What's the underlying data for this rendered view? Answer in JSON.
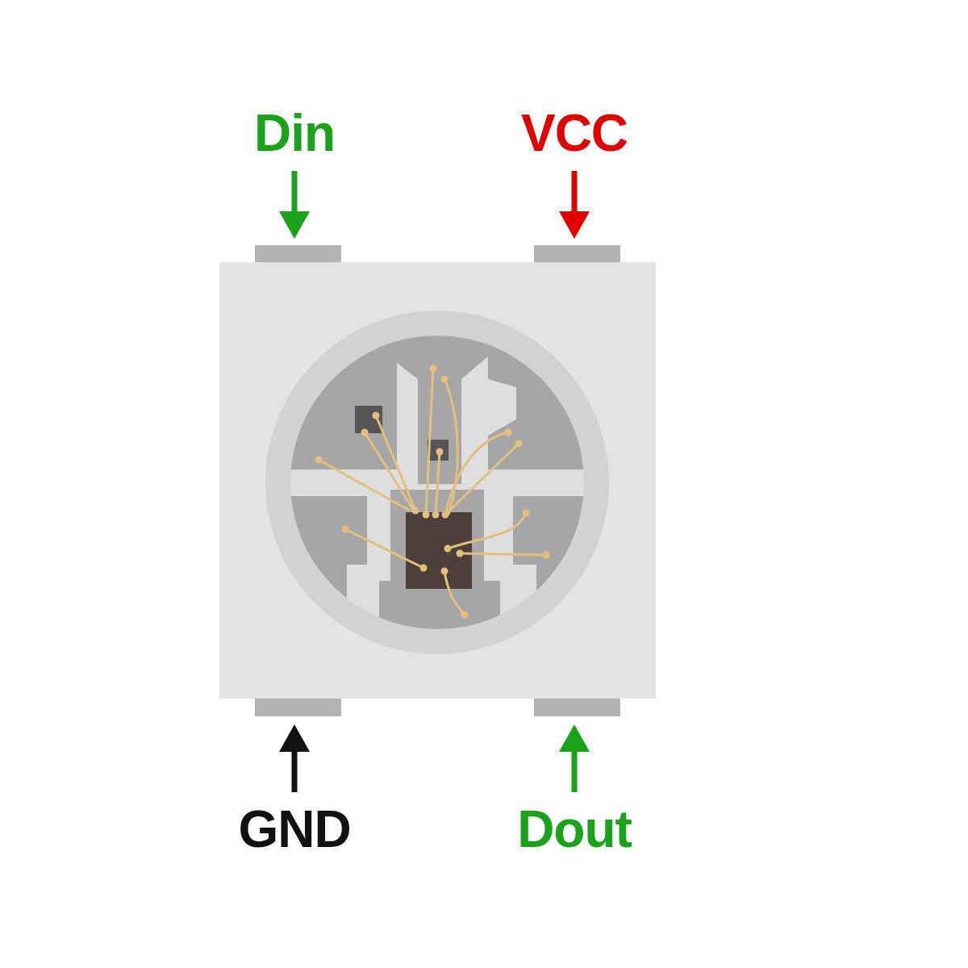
{
  "diagram": {
    "labels": [
      "Din",
      "VCC",
      "GND",
      "Dout"
    ]
  }
}
